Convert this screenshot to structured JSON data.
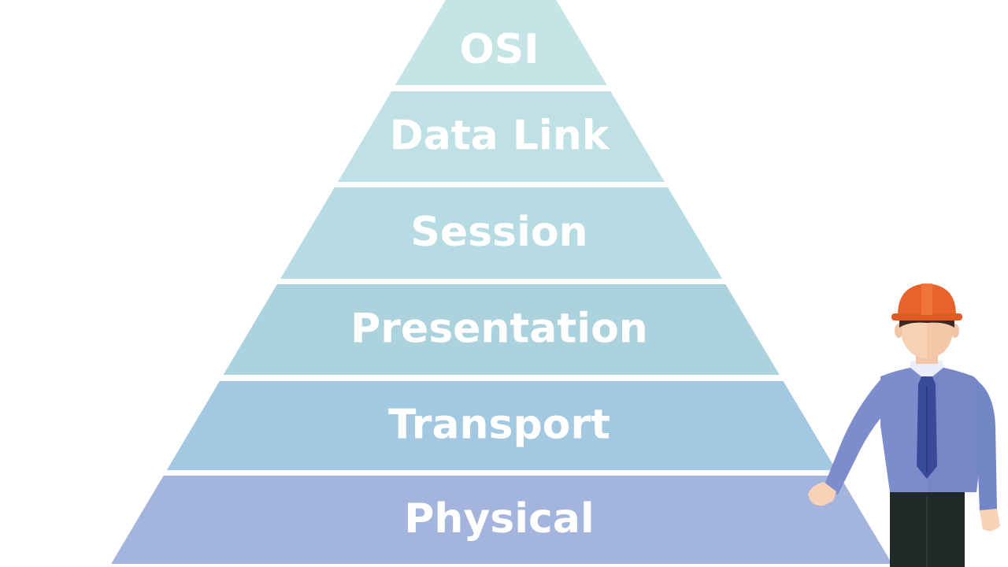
{
  "diagram": {
    "layers": [
      {
        "label": "OSI",
        "color": "#c5e4e6"
      },
      {
        "label": "Data Link",
        "color": "#bfe0e4"
      },
      {
        "label": "Session",
        "color": "#b7dbe2"
      },
      {
        "label": "Presentation",
        "color": "#abd2dd"
      },
      {
        "label": "Transport",
        "color": "#a3c8e2"
      },
      {
        "label": "Physical",
        "color": "#a3b5dc"
      }
    ]
  },
  "figure": {
    "icon": "engineer-icon",
    "helmet_color": "#e8622c",
    "shirt_color": "#7d8dcb",
    "tie_color": "#3a4a9a",
    "pants_color": "#1f2a28",
    "skin_color": "#f7d2b6"
  }
}
